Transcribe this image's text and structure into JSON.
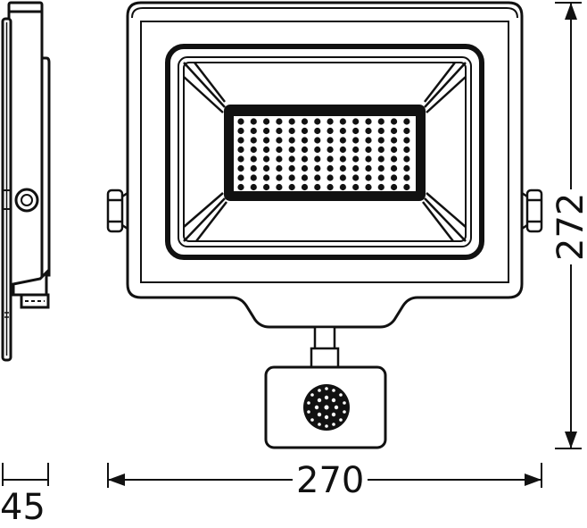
{
  "drawing": {
    "subject": "LED floodlight with motion sensor",
    "views": [
      {
        "name": "side-view",
        "label": ""
      },
      {
        "name": "front-view",
        "label": ""
      }
    ],
    "stroke_color": "#111111",
    "background": "#ffffff",
    "led_grid": {
      "columns": 14,
      "rows": 8
    }
  },
  "dimensions": {
    "depth": {
      "value": "45",
      "unit": "mm"
    },
    "width": {
      "value": "270",
      "unit": "mm"
    },
    "height": {
      "value": "272",
      "unit": "mm"
    }
  }
}
